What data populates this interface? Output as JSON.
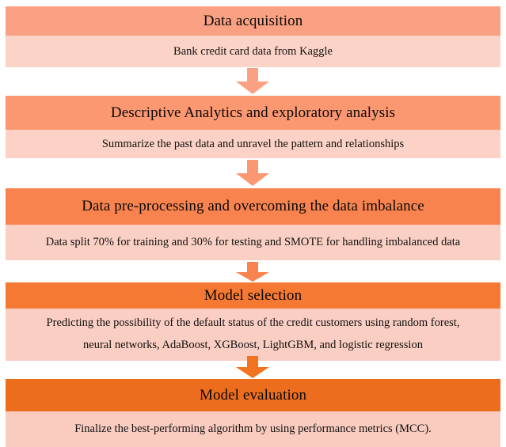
{
  "diagram": {
    "title": "Credit default prediction methodology flowchart",
    "type": "vertical-flowchart",
    "background": "#ffffff",
    "stages": [
      {
        "id": "data-acquisition",
        "header": "Data acquisition",
        "body_lines": [
          "Bank credit card data from Kaggle"
        ],
        "header_color": "#FBA183",
        "body_color": "#FCD3C7"
      },
      {
        "id": "descriptive-analytics",
        "header": "Descriptive Analytics and exploratory analysis",
        "body_lines": [
          "Summarize the past data and unravel the pattern and relationships"
        ],
        "header_color": "#FB9771",
        "body_color": "#FCD2C6"
      },
      {
        "id": "data-preprocessing",
        "header": "Data pre-processing and overcoming the data imbalance",
        "body_lines": [
          "Data split 70% for training and 30% for testing and SMOTE for handling imbalanced data"
        ],
        "header_color": "#F9834F",
        "body_color": "#FBD0C4"
      },
      {
        "id": "model-selection",
        "header": "Model selection",
        "body_lines": [
          "Predicting the possibility of the default status of the credit customers using random forest,",
          "neural networks, AdaBoost, XGBoost, LightGBM, and logistic regression"
        ],
        "header_color": "#F57833",
        "body_color": "#FACEC2"
      },
      {
        "id": "model-evaluation",
        "header": "Model evaluation",
        "body_lines": [
          "Finalize the best-performing algorithm by using performance metrics (MCC)."
        ],
        "header_color": "#ED6D1E",
        "body_color": "#FACCC0"
      }
    ],
    "arrows": [
      {
        "id": "arrow-1",
        "from": "data-acquisition",
        "to": "descriptive-analytics",
        "color": "#FBA183"
      },
      {
        "id": "arrow-2",
        "from": "descriptive-analytics",
        "to": "data-preprocessing",
        "color": "#FB9771"
      },
      {
        "id": "arrow-3",
        "from": "data-preprocessing",
        "to": "model-selection",
        "color": "#F9834F"
      },
      {
        "id": "arrow-4",
        "from": "model-selection",
        "to": "model-evaluation",
        "color": "#F3741F"
      }
    ]
  }
}
